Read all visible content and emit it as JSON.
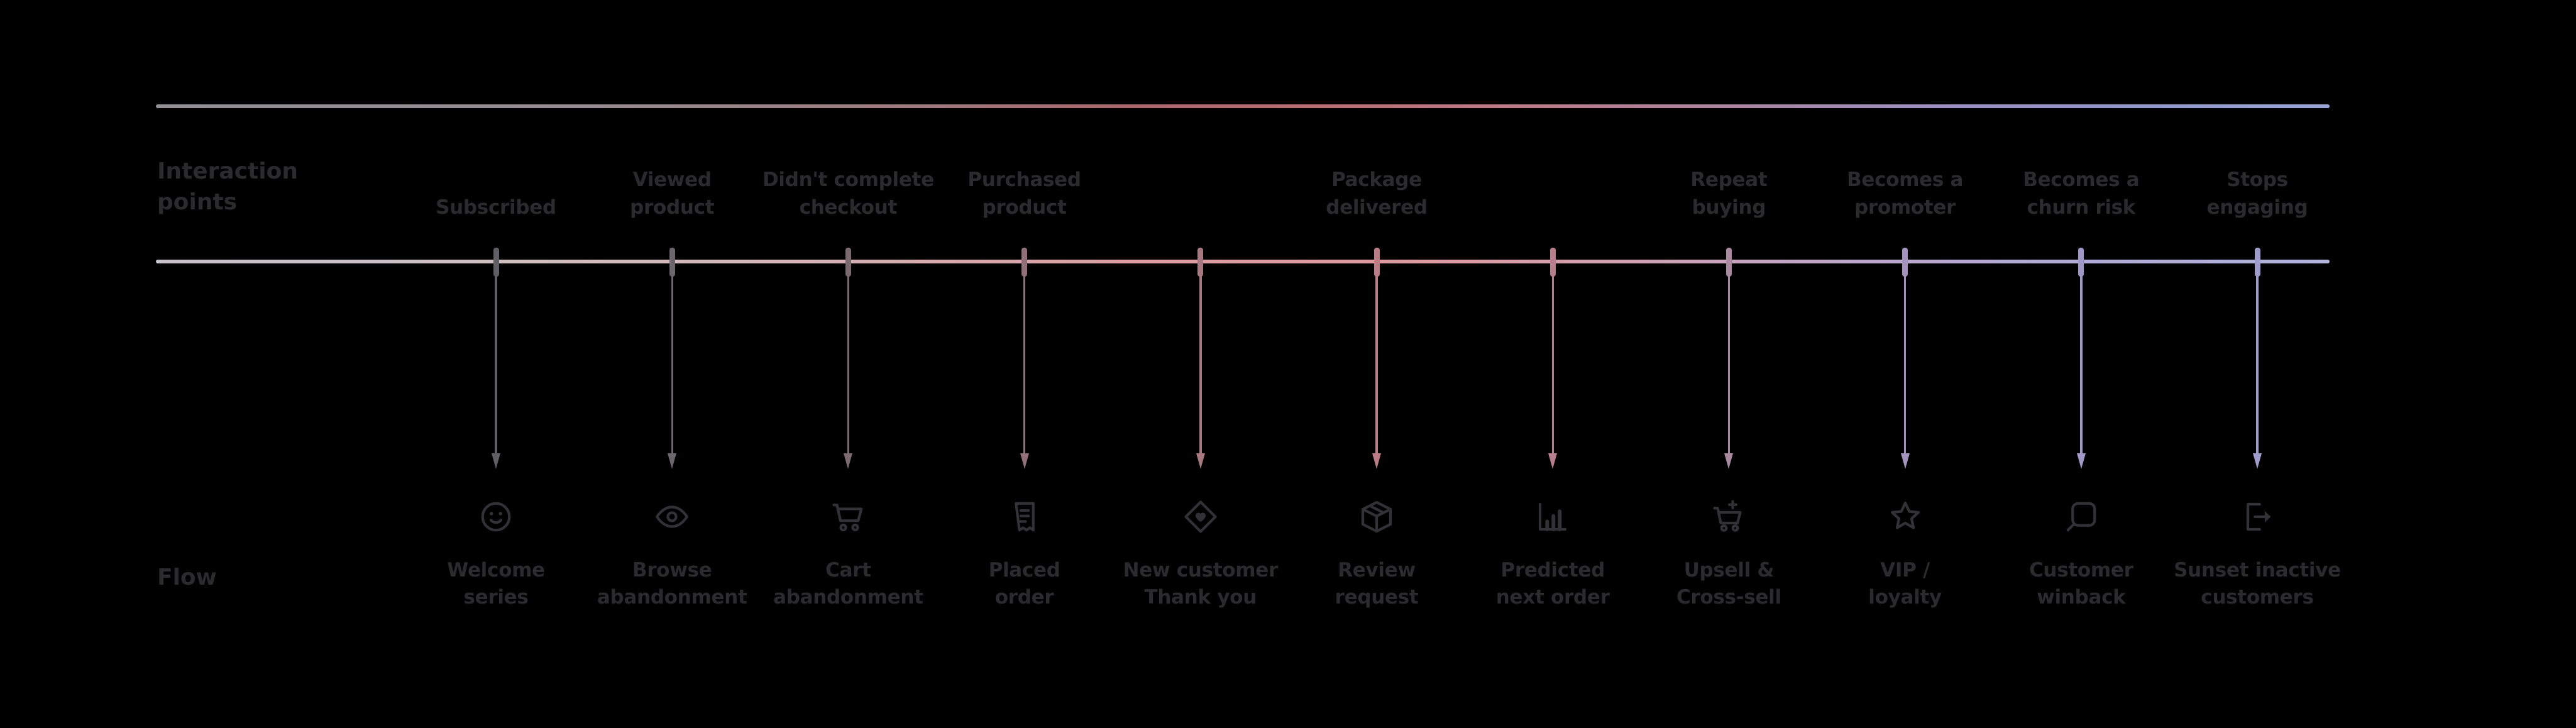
{
  "page": {
    "background": "#000000",
    "text_color": "#2b2b2e",
    "icon_color": "#313136"
  },
  "side_labels": {
    "interaction_line1": "Interaction",
    "interaction_line2": "points",
    "flow": "Flow"
  },
  "gradients": {
    "top_line": "linear-gradient(90deg,#928f96 0%,#968b90 20%,#9d7a7e 35%,#a8666b 45%,#b86d72 53%,#bb7a85 62%,#ac85a0 72%,#9c8fc0 82%,#9198cd 92%,#9aa6d8 100%)",
    "timeline": "linear-gradient(90deg,#c6c3cb 0%,#cfc0c4 15%,#d4b3b6 30%,#d99ea3 45%,#dc9aa0 57%,#d0a0ae 67%,#bda6cb 78%,#b0aad5 88%,#b2b4dd 100%)"
  },
  "columns": [
    {
      "interaction_lines": [
        "Subscribed"
      ],
      "flow_lines": [
        "Welcome",
        "series"
      ],
      "icon": "smiley-face-icon",
      "color": "#5f5f64"
    },
    {
      "interaction_lines": [
        "Viewed",
        "product"
      ],
      "flow_lines": [
        "Browse",
        "abandonment"
      ],
      "icon": "eye-icon",
      "color": "#6a666b"
    },
    {
      "interaction_lines": [
        "Didn't complete",
        "checkout"
      ],
      "flow_lines": [
        "Cart",
        "abandonment"
      ],
      "icon": "shopping-cart-icon",
      "color": "#7a6a70"
    },
    {
      "interaction_lines": [
        "Purchased",
        "product"
      ],
      "flow_lines": [
        "Placed",
        "order"
      ],
      "icon": "receipt-icon",
      "color": "#92707a"
    },
    {
      "interaction_lines": [],
      "flow_lines": [
        "New customer",
        "Thank you"
      ],
      "icon": "heart-icon",
      "color": "#a87881"
    },
    {
      "interaction_lines": [
        "Package",
        "delivered"
      ],
      "flow_lines": [
        "Review",
        "request"
      ],
      "icon": "package-icon",
      "color": "#bb7d85"
    },
    {
      "interaction_lines": [],
      "flow_lines": [
        "Predicted",
        "next order"
      ],
      "icon": "bar-chart-icon",
      "color": "#b77e8e"
    },
    {
      "interaction_lines": [
        "Repeat",
        "buying"
      ],
      "flow_lines": [
        "Upsell &",
        "Cross-sell"
      ],
      "icon": "cart-plus-icon",
      "color": "#a9899f"
    },
    {
      "interaction_lines": [
        "Becomes a",
        "promoter"
      ],
      "flow_lines": [
        "VIP /",
        "loyalty"
      ],
      "icon": "star-icon",
      "color": "#a494bd"
    },
    {
      "interaction_lines": [
        "Becomes a",
        "churn risk"
      ],
      "flow_lines": [
        "Customer",
        "winback"
      ],
      "icon": "search-icon",
      "color": "#a097c7"
    },
    {
      "interaction_lines": [
        "Stops",
        "engaging"
      ],
      "flow_lines": [
        "Sunset inactive",
        "customers"
      ],
      "icon": "exit-icon",
      "color": "#9f9bcb"
    }
  ]
}
